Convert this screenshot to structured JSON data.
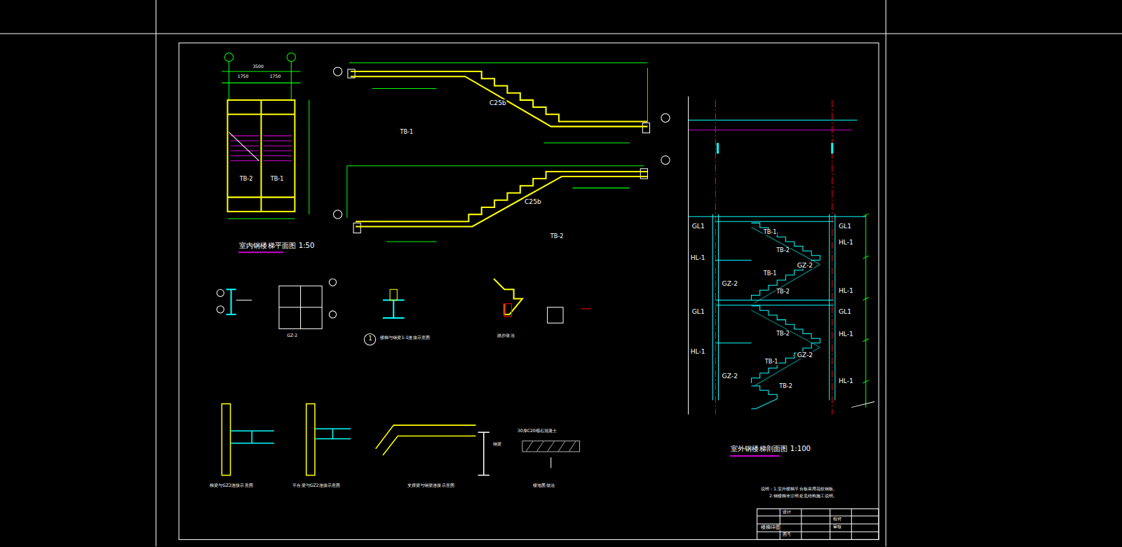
{
  "diagram": {
    "labels": [
      "室内钢楼梯平面图 1:50",
      "TB-2",
      "TB-1",
      "1750",
      "1750",
      "3500",
      "TB-1",
      "C25b",
      "TB-2",
      "C25b",
      "GL1",
      "GL1",
      "HL-1",
      "TB-1",
      "TB-2",
      "HL-1",
      "GZ-2",
      "TB-1",
      "HL-1",
      "TB-2",
      "GZ-2",
      "GL1",
      "GL1",
      "HL-1",
      "TB-2",
      "HL-1",
      "GZ-2",
      "TB-1",
      "HL-1",
      "GZ-2",
      "TB-2",
      "室外钢楼梯剖面图 1:100",
      "1",
      "楼梯与钢梁1-1连接示意图",
      "踏步做法",
      "GZ-2",
      "梯梁与GZ2连接示意图",
      "平台梁与GZ2连接示意图",
      "支撑梁与钢梁连接示意图",
      "钢梁",
      "楼地面做法",
      "30厚C20细石混凝土",
      "说明：1.室外楼梯平台板采用花纹钢板。",
      "2.钢楼梯未注明处见结构施工说明。",
      "楼梯详图",
      "设计",
      "校对",
      "审核",
      "图号"
    ]
  }
}
